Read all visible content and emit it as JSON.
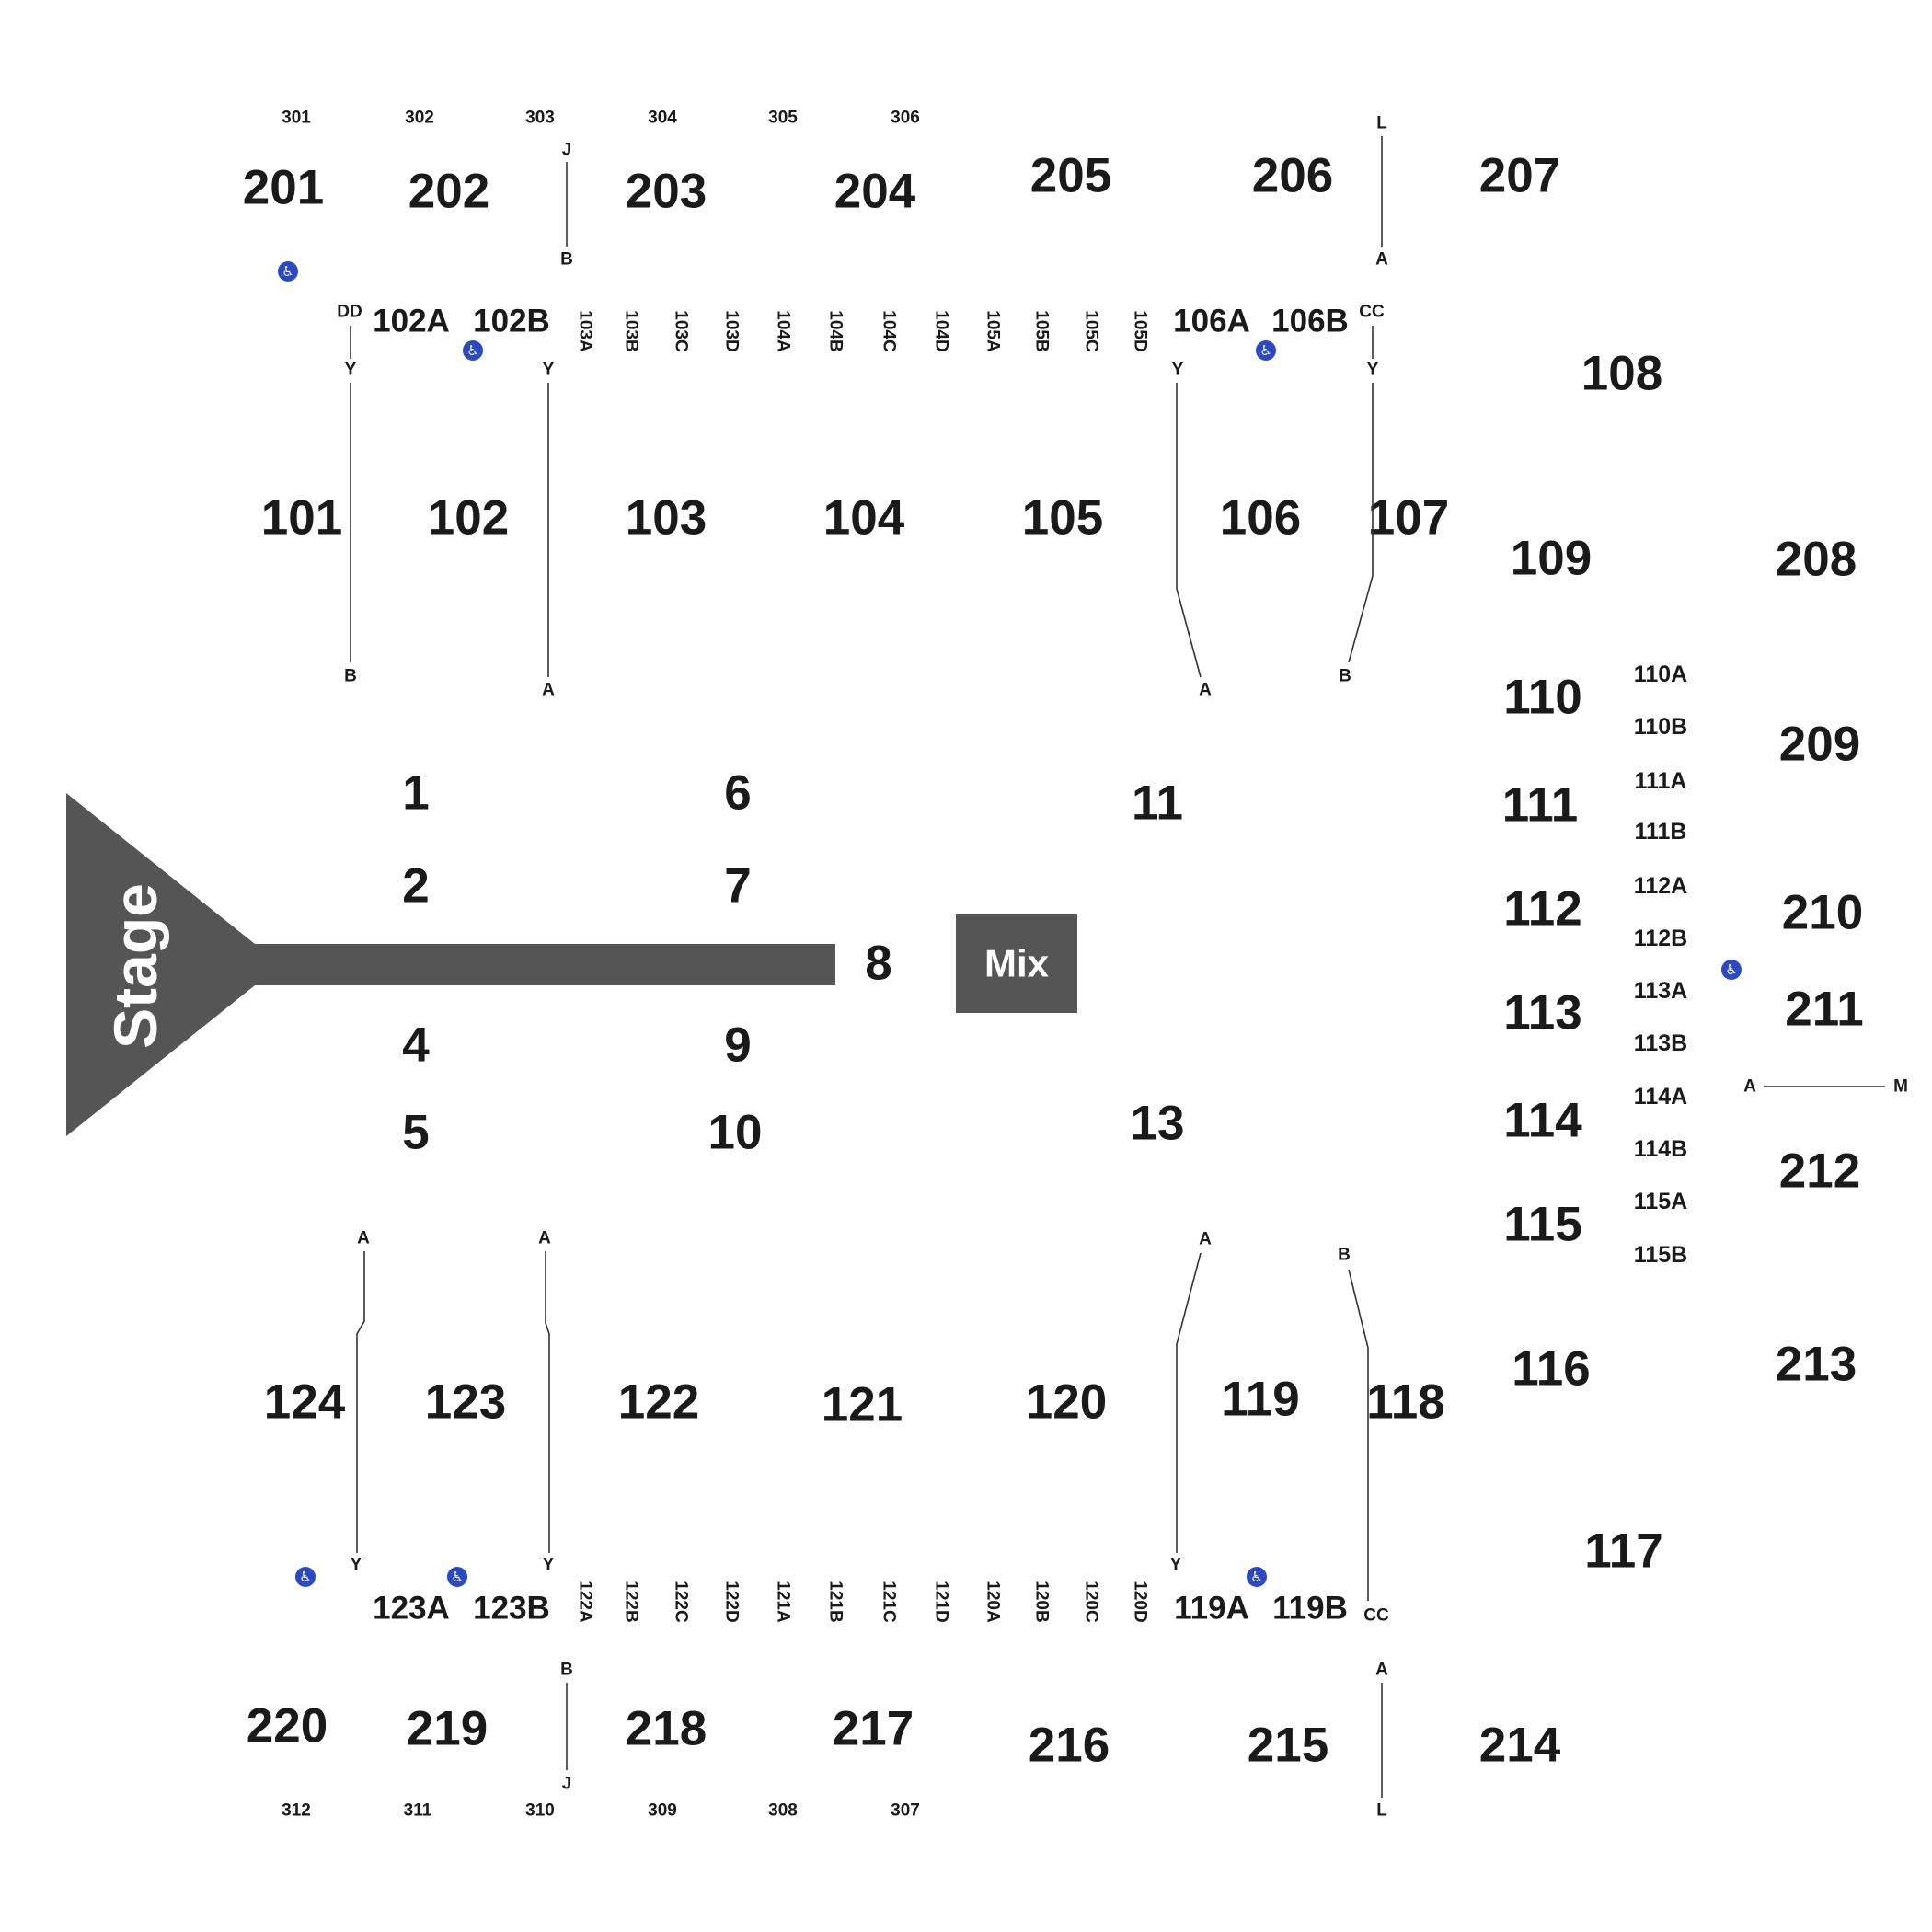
{
  "colors": {
    "structure": "#555555",
    "text": "#1a1a1a",
    "accessible": "#2a49c9",
    "lines": "#333333"
  },
  "stage": {
    "label": "Stage"
  },
  "mix": {
    "label": "Mix"
  },
  "floor": [
    "1",
    "2",
    "4",
    "5",
    "6",
    "7",
    "8",
    "9",
    "10",
    "11",
    "13"
  ],
  "lower_top": [
    "101",
    "102",
    "103",
    "104",
    "105",
    "106",
    "107",
    "108",
    "109"
  ],
  "lower_right": [
    "110",
    "111",
    "112",
    "113",
    "114",
    "115",
    "116",
    "117"
  ],
  "lower_bottom": [
    "124",
    "123",
    "122",
    "121",
    "120",
    "119",
    "118"
  ],
  "subsections_top": [
    "102A",
    "102B",
    "106A",
    "106B"
  ],
  "subsections_top_vertical": [
    "103A",
    "103B",
    "103C",
    "103D",
    "104A",
    "104B",
    "104C",
    "104D",
    "105A",
    "105B",
    "105C",
    "105D"
  ],
  "subsections_bottom": [
    "123A",
    "123B",
    "119A",
    "119B"
  ],
  "subsections_bottom_vertical": [
    "122A",
    "122B",
    "122C",
    "122D",
    "121A",
    "121B",
    "121C",
    "121D",
    "120A",
    "120B",
    "120C",
    "120D"
  ],
  "subsections_right": [
    "110A",
    "110B",
    "111A",
    "111B",
    "112A",
    "112B",
    "113A",
    "113B",
    "114A",
    "114B",
    "115A",
    "115B"
  ],
  "upper_top": [
    "201",
    "202",
    "203",
    "204",
    "205",
    "206",
    "207"
  ],
  "upper_right": [
    "208",
    "209",
    "210",
    "211",
    "212",
    "213"
  ],
  "upper_bottom": [
    "220",
    "219",
    "218",
    "217",
    "216",
    "215",
    "214"
  ],
  "balcony_top": [
    "301",
    "302",
    "303",
    "304",
    "305",
    "306"
  ],
  "balcony_bottom": [
    "312",
    "311",
    "310",
    "309",
    "308",
    "307"
  ],
  "row_markers": {
    "top_mid": [
      "J",
      "B"
    ],
    "top_right": [
      "L",
      "A"
    ],
    "top_dd": [
      "DD",
      "Y",
      "B"
    ],
    "top_102": [
      "Y",
      "A"
    ],
    "top_106": [
      "Y",
      "A"
    ],
    "top_cc": [
      "CC",
      "Y",
      "B"
    ],
    "right": [
      "A",
      "M"
    ],
    "bottom_124": [
      "A",
      "Y"
    ],
    "bottom_123": [
      "A",
      "Y"
    ],
    "bottom_119": [
      "A",
      "Y"
    ],
    "bottom_cc": [
      "B",
      "CC"
    ],
    "bottom_mid": [
      "B",
      "J"
    ],
    "bottom_right": [
      "A",
      "L"
    ]
  },
  "accessible_icon": "wheelchair-icon",
  "accessible_glyph": "♿"
}
